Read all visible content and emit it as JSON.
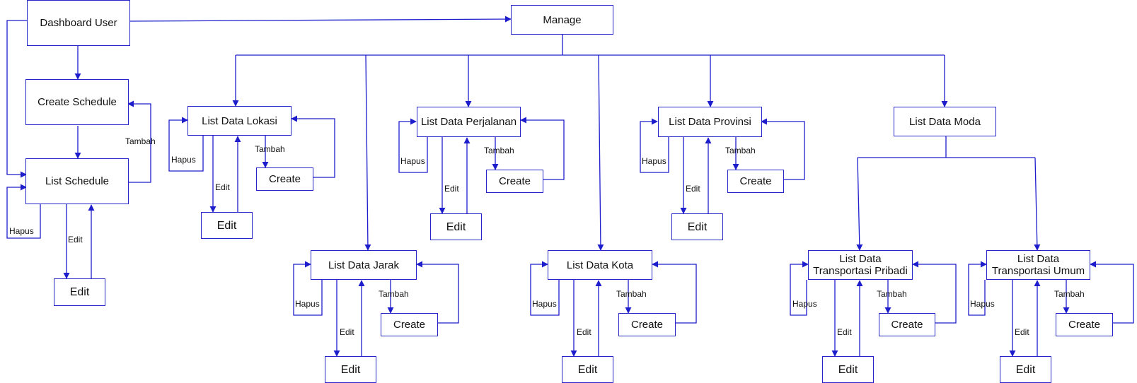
{
  "colors": {
    "line": "#1d1dcc",
    "box_border": "#2525c8",
    "text": "#111111",
    "background": "#ffffff"
  },
  "nodes": {
    "dashboard_user": "Dashboard User",
    "create_schedule": "Create Schedule",
    "list_schedule": "List Schedule",
    "schedule_edit": "Edit",
    "manage": "Manage",
    "list_lokasi": "List Data Lokasi",
    "lokasi_create": "Create",
    "lokasi_edit": "Edit",
    "list_perjalanan": "List Data Perjalanan",
    "perjalanan_create": "Create",
    "perjalanan_edit": "Edit",
    "list_provinsi": "List Data Provinsi",
    "provinsi_create": "Create",
    "provinsi_edit": "Edit",
    "list_moda": "List Data Moda",
    "list_jarak": "List Data Jarak",
    "jarak_create": "Create",
    "jarak_edit": "Edit",
    "list_kota": "List Data Kota",
    "kota_create": "Create",
    "kota_edit": "Edit",
    "list_pribadi": "List Data\nTransportasi Pribadi",
    "pribadi_create": "Create",
    "pribadi_edit": "Edit",
    "list_umum": "List Data\nTransportasi Umum",
    "umum_create": "Create",
    "umum_edit": "Edit"
  },
  "edge_labels": {
    "schedule_tambah": "Tambah",
    "schedule_hapus": "Hapus",
    "schedule_edit": "Edit",
    "lokasi_hapus": "Hapus",
    "lokasi_tambah": "Tambah",
    "lokasi_edit": "Edit",
    "perjalanan_hapus": "Hapus",
    "perjalanan_tambah": "Tambah",
    "perjalanan_edit": "Edit",
    "provinsi_hapus": "Hapus",
    "provinsi_tambah": "Tambah",
    "provinsi_edit": "Edit",
    "jarak_hapus": "Hapus",
    "jarak_tambah": "Tambah",
    "jarak_edit": "Edit",
    "kota_hapus": "Hapus",
    "kota_tambah": "Tambah",
    "kota_edit": "Edit",
    "pribadi_hapus": "Hapus",
    "pribadi_tambah": "Tambah",
    "pribadi_edit": "Edit",
    "umum_hapus": "Hapus",
    "umum_tambah": "Tambah",
    "umum_edit": "Edit"
  }
}
